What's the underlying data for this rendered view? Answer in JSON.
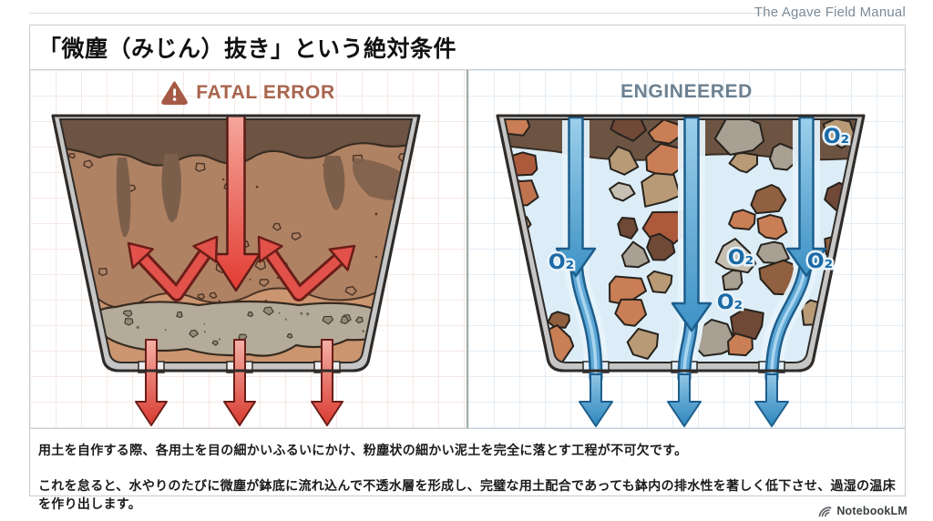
{
  "page": {
    "manual_label": "The Agave Field Manual",
    "title": "「微塵（みじん）抜き」という絶対条件"
  },
  "panels": {
    "left": {
      "label": "FATAL ERROR",
      "icon": "warning-triangle-icon"
    },
    "right": {
      "label": "ENGINEERED",
      "o2_labels": [
        "O₂",
        "O₂",
        "O₂",
        "O₂",
        "O₂"
      ]
    }
  },
  "body": {
    "line1": "用土を自作する際、各用土を目の細かいふるいにかけ、粉塵状の細かい泥土を完全に落とす工程が不可欠です。",
    "line2": "これを怠ると、水やりのたびに微塵が鉢底に流れ込んで不透水層を形成し、完璧な用土配合であっても鉢内の排水性を著しく低下させ、過湿の温床を作り出します。"
  },
  "footer": {
    "brand": "NotebookLM"
  },
  "colors": {
    "accent_fatal": "#a8654e",
    "accent_engineered": "#6d8191",
    "header_slate": "#7b8b97",
    "card_border": "#c7ccd1",
    "divider": "#9cada7",
    "rule_gray": "#d7dde1",
    "grid_warm": "#f5e8e4",
    "grid_cool": "#e3edf4",
    "fatal_arrow": "#e2514a",
    "fatal_arrow_light": "#f5a69c",
    "fatal_arrow_dark": "#6b1d17",
    "water_blue": "#4f9fd1",
    "water_blue_light": "#9ccfeb",
    "water_blue_dark": "#1d5e8c",
    "o2_blue": "#1b6aa6",
    "water_bg": "#dcedf8",
    "soil_dark": "#6d5442",
    "soil_mid": "#b08264",
    "soil_light": "#cb9570",
    "soil_drip": "#7c5f4a",
    "sediment_gray": "#b5ab9b",
    "pot_gray": "#c6c6c6",
    "outline_dark": "#2f2b28",
    "rock_palette": [
      "#c0734f",
      "#ad5a3c",
      "#906040",
      "#6f4836",
      "#a7a093",
      "#c6c0b2",
      "#b89a76",
      "#c97e55"
    ]
  }
}
